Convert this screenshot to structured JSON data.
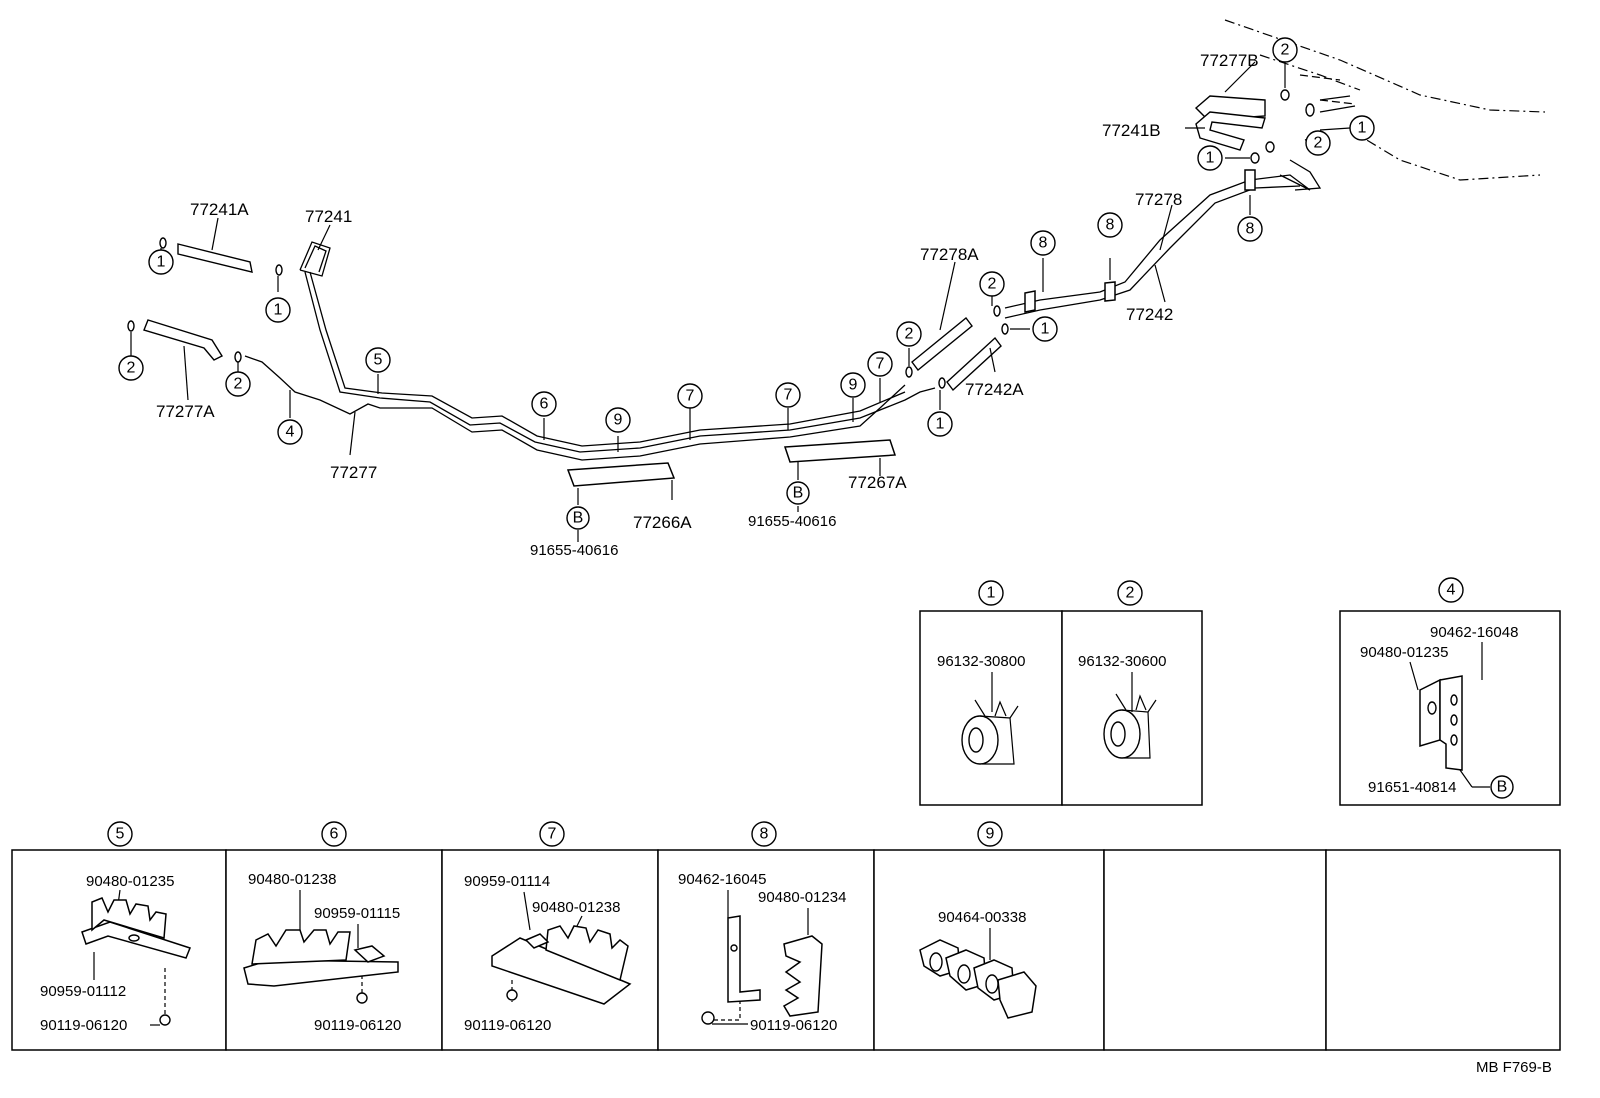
{
  "labels": {
    "p77241A": "77241A",
    "p77241": "77241",
    "p77277A": "77277A",
    "p77277": "77277",
    "p77266A": "77266A",
    "p91655_a": "91655-40616",
    "p91655_b": "91655-40616",
    "p77267A": "77267A",
    "p77278A": "77278A",
    "p77242A": "77242A",
    "p77278": "77278",
    "p77242": "77242",
    "p77277B": "77277B",
    "p77241B": "77241B"
  },
  "markers": {
    "one": "1",
    "two": "2",
    "four": "4",
    "five": "5",
    "six": "6",
    "seven": "7",
    "eight": "8",
    "nine": "9",
    "b": "B"
  },
  "details": {
    "c1": {
      "part": "96132-30800"
    },
    "c2": {
      "part": "96132-30600"
    },
    "c4": {
      "p1": "90462-16048",
      "p2": "90480-01235",
      "p3": "91651-40814"
    },
    "c5": {
      "p1": "90480-01235",
      "p2": "90959-01112",
      "p3": "90119-06120"
    },
    "c6": {
      "p1": "90480-01238",
      "p2": "90959-01115",
      "p3": "90119-06120"
    },
    "c7": {
      "p1": "90959-01114",
      "p2": "90480-01238",
      "p3": "90119-06120"
    },
    "c8": {
      "p1": "90462-16045",
      "p2": "90480-01234",
      "p3": "90119-06120"
    },
    "c9": {
      "p1": "90464-00338"
    }
  },
  "footer": {
    "code": "MB  F769-B"
  }
}
